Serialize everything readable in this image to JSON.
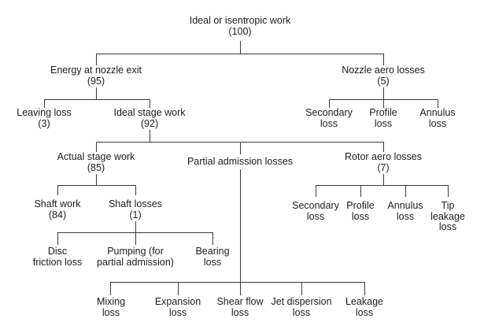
{
  "diagram": {
    "type": "tree-flowchart",
    "root_unit_total": 100,
    "colors": {
      "background": "#ffffff",
      "line": "#3a3a3a",
      "text": "#1c1c1c"
    },
    "nodes": {
      "ideal_work": {
        "lines": [
          "Ideal or isentropic work",
          "(100)"
        ],
        "value": 100
      },
      "energy_nozzle_exit": {
        "lines": [
          "Energy at nozzle exit",
          "(95)"
        ],
        "value": 95
      },
      "nozzle_aero_losses": {
        "lines": [
          "Nozzle aero losses",
          "(5)"
        ],
        "value": 5
      },
      "leaving_loss": {
        "lines": [
          "Leaving loss",
          "(3)"
        ],
        "value": 3
      },
      "ideal_stage_work": {
        "lines": [
          "Ideal stage work",
          "(92)"
        ],
        "value": 92
      },
      "secondary_loss_nozzle": {
        "lines": [
          "Secondary",
          "loss"
        ]
      },
      "profile_loss_nozzle": {
        "lines": [
          "Profile",
          "loss"
        ]
      },
      "annulus_loss_nozzle": {
        "lines": [
          "Annulus",
          "loss"
        ]
      },
      "actual_stage_work": {
        "lines": [
          "Actual stage work",
          "(85)"
        ],
        "value": 85
      },
      "partial_admission": {
        "lines": [
          "Partial admission losses"
        ]
      },
      "rotor_aero_losses": {
        "lines": [
          "Rotor aero losses",
          "(7)"
        ],
        "value": 7
      },
      "shaft_work": {
        "lines": [
          "Shaft work",
          "(84)"
        ],
        "value": 84
      },
      "shaft_losses": {
        "lines": [
          "Shaft losses",
          "(1)"
        ],
        "value": 1
      },
      "secondary_loss_rotor": {
        "lines": [
          "Secondary",
          "loss"
        ]
      },
      "profile_loss_rotor": {
        "lines": [
          "Profile",
          "loss"
        ]
      },
      "annulus_loss_rotor": {
        "lines": [
          "Annulus",
          "loss"
        ]
      },
      "tip_leakage_loss": {
        "lines": [
          "Tip",
          "leakage",
          "loss"
        ]
      },
      "disc_friction_loss": {
        "lines": [
          "Disc",
          "friction loss"
        ]
      },
      "pumping": {
        "lines": [
          "Pumping (for",
          "partial admission)"
        ]
      },
      "bearing_loss": {
        "lines": [
          "Bearing",
          "loss"
        ]
      },
      "mixing_loss": {
        "lines": [
          "Mixing",
          "loss"
        ]
      },
      "expansion_loss": {
        "lines": [
          "Expansion",
          "loss"
        ]
      },
      "shear_flow_loss": {
        "lines": [
          "Shear flow",
          "loss"
        ]
      },
      "jet_dispersion_loss": {
        "lines": [
          "Jet dispersion",
          "loss"
        ]
      },
      "leakage_loss": {
        "lines": [
          "Leakage",
          "loss"
        ]
      }
    }
  }
}
